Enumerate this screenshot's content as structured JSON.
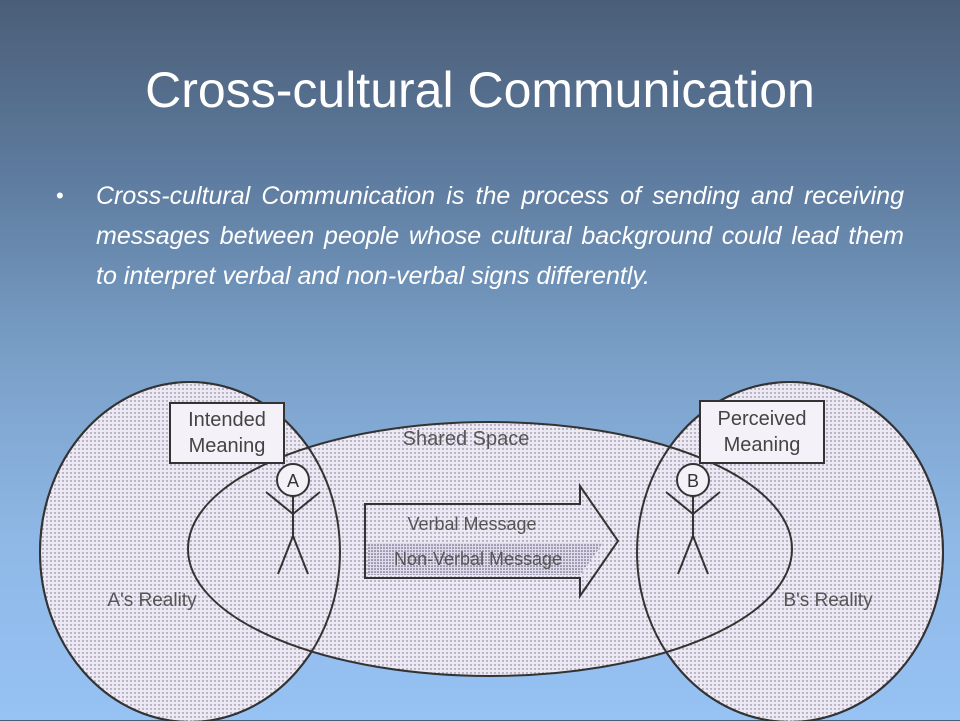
{
  "slide": {
    "title": "Cross-cultural Communication",
    "bullet": "Cross-cultural Communication is the process of sending and receiving messages between people whose cultural background could lead them to interpret verbal and non-verbal signs differently."
  },
  "diagram": {
    "intended_meaning": [
      "Intended",
      "Meaning"
    ],
    "perceived_meaning": [
      "Perceived",
      "Meaning"
    ],
    "shared_space": "Shared Space",
    "person_a": "A",
    "person_b": "B",
    "verbal_message": "Verbal Message",
    "nonverbal_message": "Non-Verbal Message",
    "a_reality": "A's Reality",
    "b_reality": "B's Reality"
  },
  "colors": {
    "background_top": "#4b5e78",
    "background_bottom": "#96c2f4",
    "diagram_fill": "#ece8f4",
    "diagram_stroke": "#333333",
    "text": "#ffffff"
  }
}
